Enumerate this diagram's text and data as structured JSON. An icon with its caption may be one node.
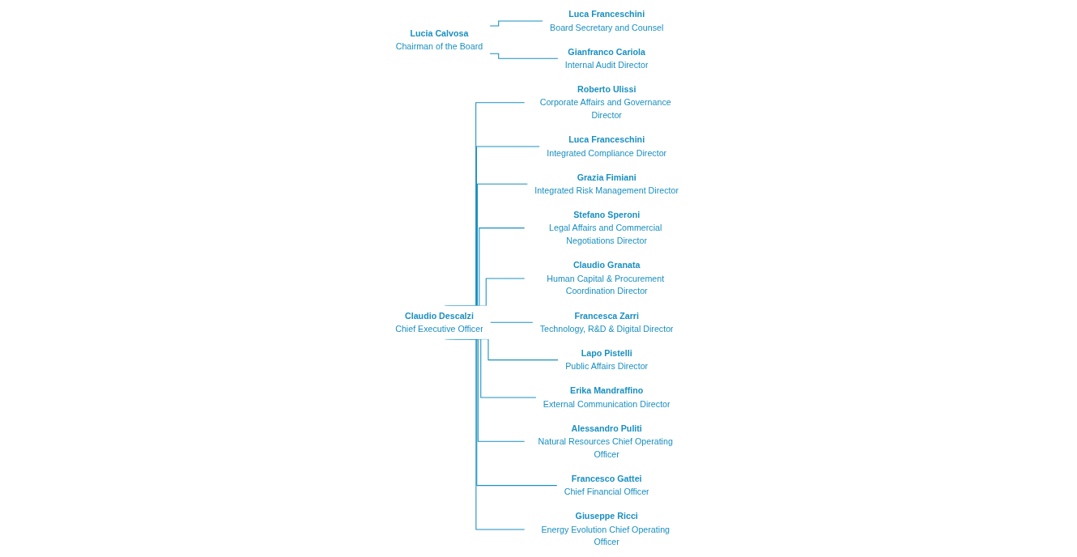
{
  "diagram": {
    "nodes": [
      {
        "text": [
          "Lucia Calvosa",
          "Chairman of the Board"
        ]
      },
      {
        "text": [
          "Luca Franceschini",
          "Board Secretary and Counsel"
        ]
      },
      {
        "text": [
          "Claudio Descalzi",
          "Chief Executive Officer"
        ]
      },
      {
        "text": [
          "Gianfranco Cariola",
          "Internal Audit Director"
        ]
      },
      {
        "text": [
          "Roberto Ulissi",
          "Corporate Affairs and Governance Director"
        ]
      },
      {
        "text": [
          "Luca Franceschini",
          "Integrated Compliance Director"
        ]
      },
      {
        "text": [
          "Grazia Fimiani",
          "Integrated Risk Management Director"
        ]
      },
      {
        "text": [
          "Stefano Speroni",
          "Legal Affairs and Commercial Negotiations Director"
        ]
      },
      {
        "text": [
          "Claudio Granata",
          "Human Capital & Procurement Coordination Director"
        ]
      },
      {
        "text": [
          "Francesca Zarri",
          "Technology, R&D & Digital Director"
        ]
      },
      {
        "text": [
          "Lapo Pistelli",
          "Public Affairs Director"
        ]
      },
      {
        "text": [
          "Erika Mandraffino",
          "External Communication Director"
        ]
      },
      {
        "text": [
          "Alessandro Puliti",
          "Natural Resources Chief Operating Officer"
        ]
      },
      {
        "text": [
          "Francesco Gattei",
          "Chief Financial Officer"
        ]
      },
      {
        "text": [
          "Giuseppe Ricci",
          "Energy Evolution Chief Operating Officer"
        ]
      }
    ],
    "edges": [
      {
        "from": 0,
        "to": 1,
        "arrow": "none"
      },
      {
        "from": 0,
        "to": 3,
        "arrow": "none"
      },
      {
        "from": 2,
        "to": 4,
        "arrow": "none"
      },
      {
        "from": 2,
        "to": 5,
        "arrow": "none"
      },
      {
        "from": 2,
        "to": 6,
        "arrow": "none"
      },
      {
        "from": 2,
        "to": 7,
        "arrow": "none"
      },
      {
        "from": 2,
        "to": 8,
        "arrow": "none"
      },
      {
        "from": 2,
        "to": 9,
        "arrow": "none"
      },
      {
        "from": 2,
        "to": 10,
        "arrow": "none"
      },
      {
        "from": 2,
        "to": 11,
        "arrow": "none"
      },
      {
        "from": 2,
        "to": 12,
        "arrow": "none"
      },
      {
        "from": 2,
        "to": 13,
        "arrow": "none"
      },
      {
        "from": 2,
        "to": 14,
        "arrow": "none"
      }
    ]
  }
}
